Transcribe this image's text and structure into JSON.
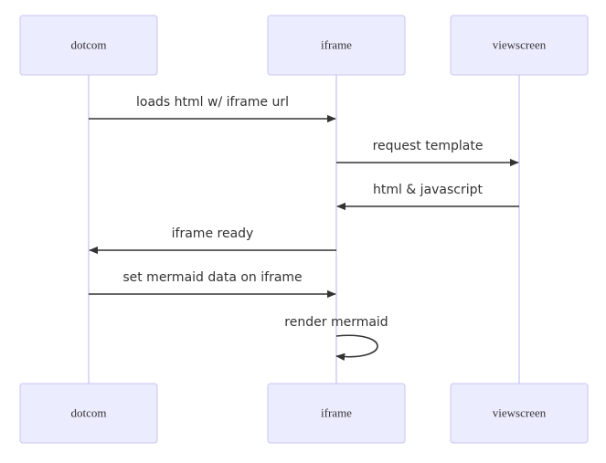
{
  "diagram": {
    "type": "sequence",
    "colors": {
      "actor_fill": "#ECECFF",
      "actor_border": "#C9C6F2",
      "lifeline": "#C9C6F2",
      "message_line": "#333333",
      "text": "#333333"
    },
    "participants": [
      {
        "id": "dotcom",
        "label": "dotcom"
      },
      {
        "id": "iframe",
        "label": "iframe"
      },
      {
        "id": "viewscreen",
        "label": "viewscreen"
      }
    ],
    "messages": [
      {
        "from": "dotcom",
        "to": "iframe",
        "label": "loads html w/ iframe url"
      },
      {
        "from": "iframe",
        "to": "viewscreen",
        "label": "request template"
      },
      {
        "from": "viewscreen",
        "to": "iframe",
        "label": "html & javascript"
      },
      {
        "from": "iframe",
        "to": "dotcom",
        "label": "iframe ready"
      },
      {
        "from": "dotcom",
        "to": "iframe",
        "label": "set mermaid data on iframe"
      },
      {
        "from": "iframe",
        "to": "iframe",
        "label": "render mermaid"
      }
    ]
  }
}
